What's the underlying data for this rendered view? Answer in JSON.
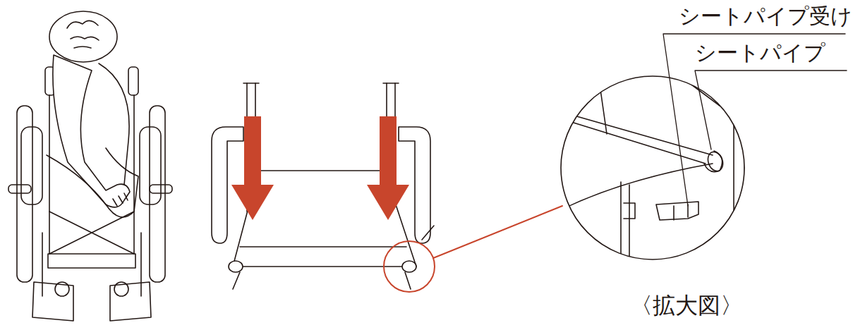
{
  "diagram": {
    "labels": [
      "シートパイプ受け",
      "シートパイプ",
      "〈拡大図〉"
    ]
  }
}
